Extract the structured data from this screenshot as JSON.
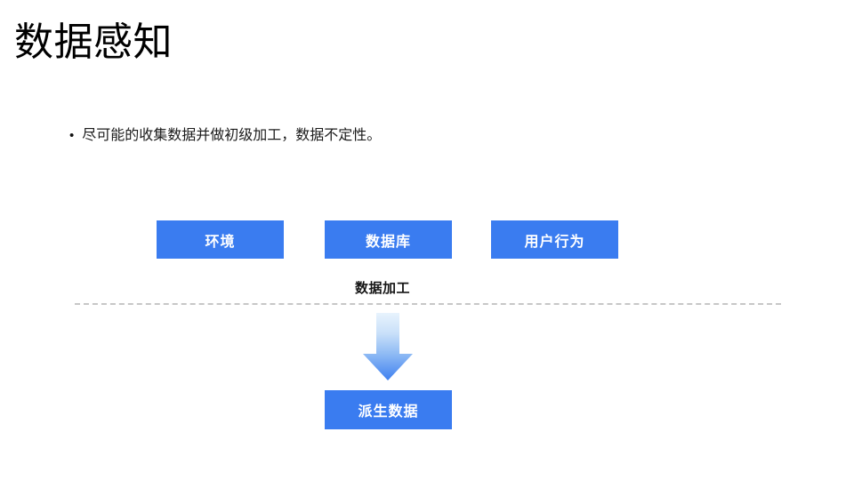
{
  "slide": {
    "title": "数据感知",
    "background_color": "#ffffff",
    "accent_color": "#3a7cf0"
  },
  "body": {
    "bullet_marker": "•",
    "bullets": [
      "尽可能的收集数据并做初级加工，数据不定性。"
    ]
  },
  "diagram": {
    "source_boxes": [
      {
        "label": "环境"
      },
      {
        "label": "数据库"
      },
      {
        "label": "用户行为"
      }
    ],
    "divider_label": "数据加工",
    "divider_style": "dashed",
    "divider_color": "#c7c7c7",
    "arrow": {
      "name": "down-arrow",
      "direction": "down",
      "gradient_from": "#e3f0fc",
      "gradient_to": "#3a7cf0"
    },
    "result_box": {
      "label": "派生数据"
    }
  }
}
